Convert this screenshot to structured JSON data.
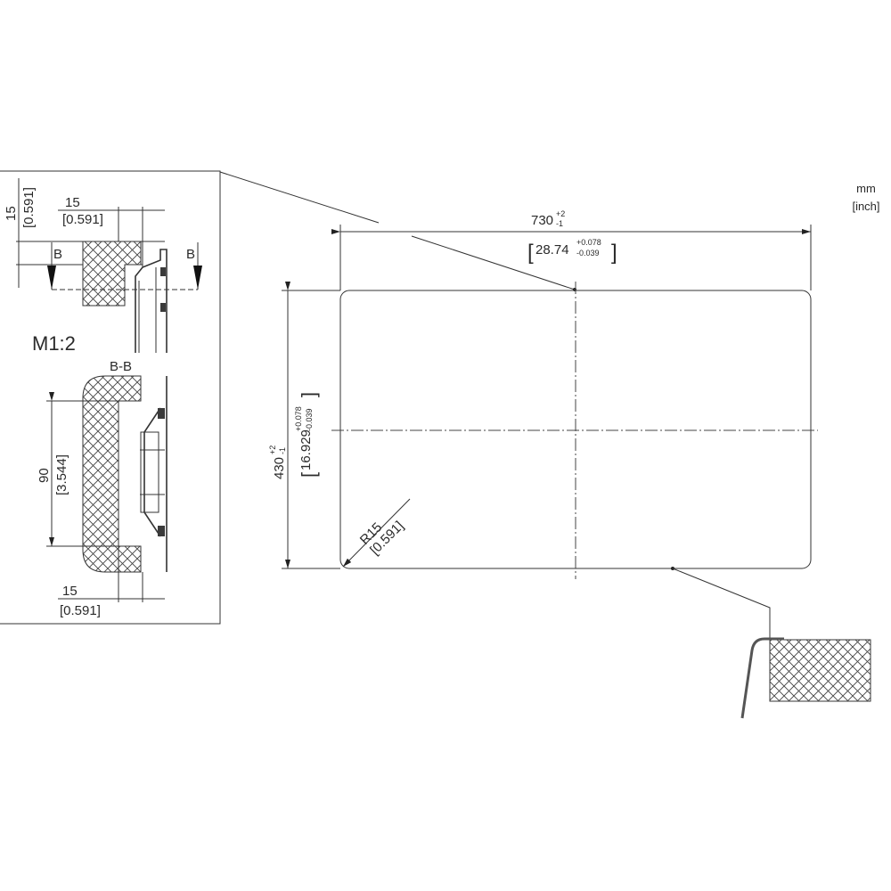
{
  "units": {
    "primary": "mm",
    "secondary": "[inch]"
  },
  "main_view": {
    "width": {
      "value": "730",
      "tol_upper": "+2",
      "tol_lower": "-1",
      "inch_value": "28.74",
      "inch_tol_upper": "+0.078",
      "inch_tol_lower": "-0.039"
    },
    "height": {
      "value": "430",
      "tol_upper": "+2",
      "tol_lower": "-1",
      "inch_value": "16.929",
      "inch_tol_upper": "+0.078",
      "inch_tol_lower": "-0.039"
    },
    "radius": {
      "value": "R15",
      "inch": "[0.591]"
    }
  },
  "detail_view": {
    "scale": "M1:2",
    "section_label": "B-B",
    "section_marker": "B",
    "top_vertical": {
      "mm": "15",
      "inch": "[0.591]"
    },
    "top_horizontal": {
      "mm": "15",
      "inch": "[0.591]"
    },
    "section_height": {
      "mm": "90",
      "inch": "[3.544]"
    },
    "section_bottom": {
      "mm": "15",
      "inch": "[0.591]"
    }
  }
}
